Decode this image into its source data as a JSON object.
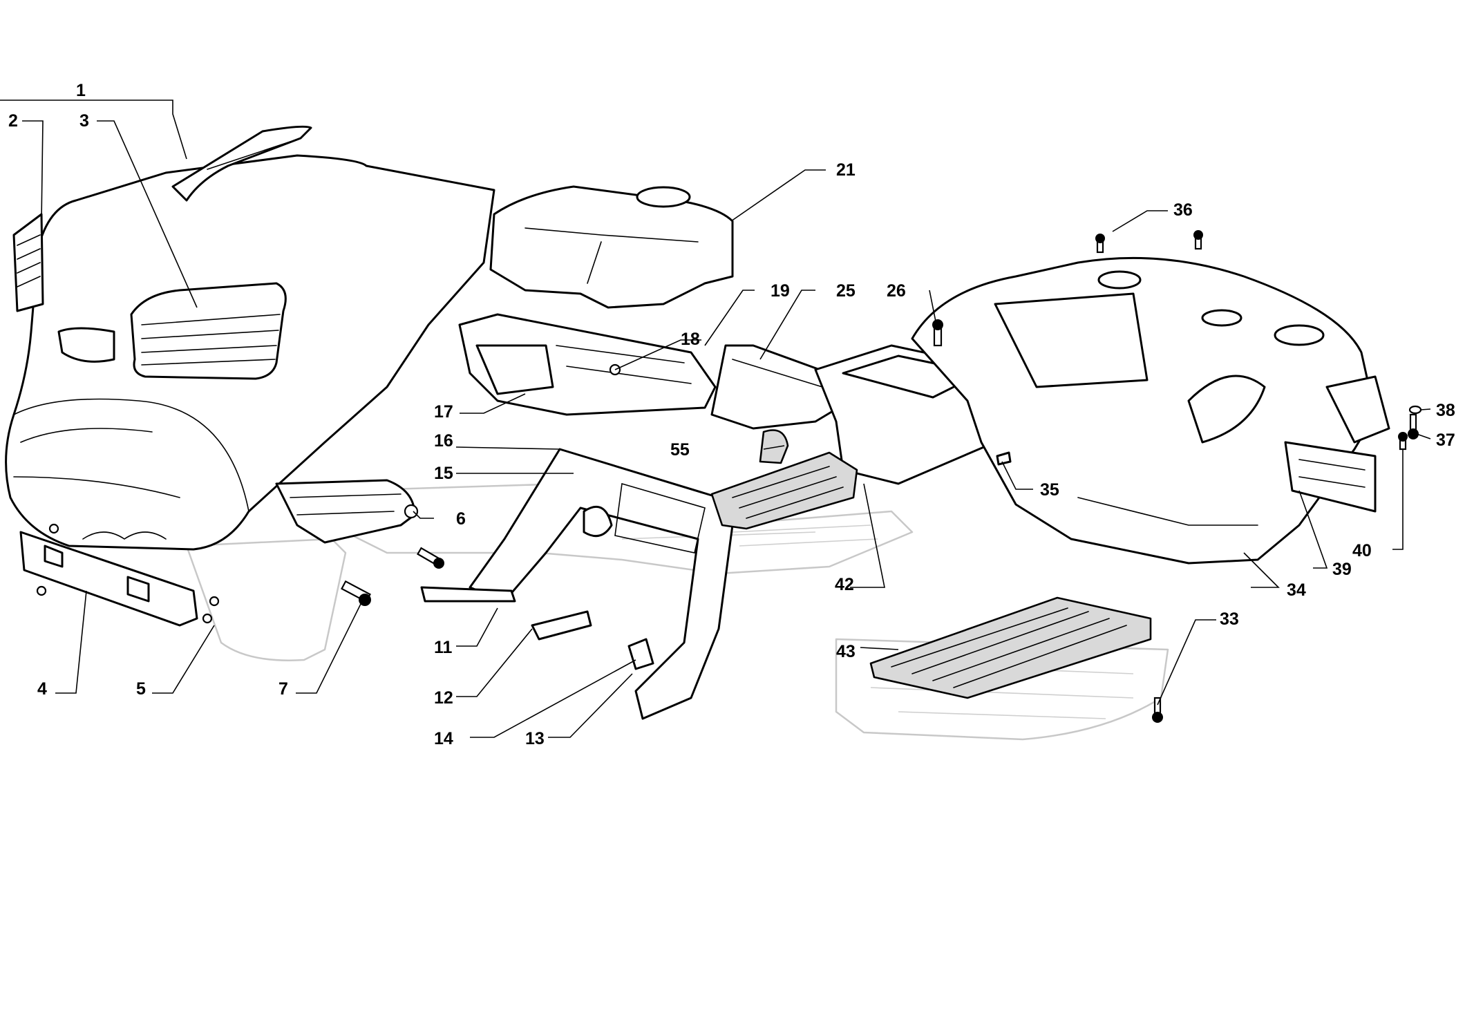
{
  "diagram": {
    "background": "#ffffff",
    "line_color": "#000000",
    "ghost_color": "#c8c8c8",
    "mat_fill": "#d9d9d9",
    "callouts": [
      "1",
      "2",
      "3",
      "4",
      "5",
      "6",
      "7",
      "11",
      "12",
      "13",
      "14",
      "15",
      "16",
      "17",
      "18",
      "19",
      "21",
      "25",
      "26",
      "33",
      "34",
      "35",
      "36",
      "37",
      "38",
      "39",
      "40",
      "42",
      "43",
      "55"
    ]
  }
}
